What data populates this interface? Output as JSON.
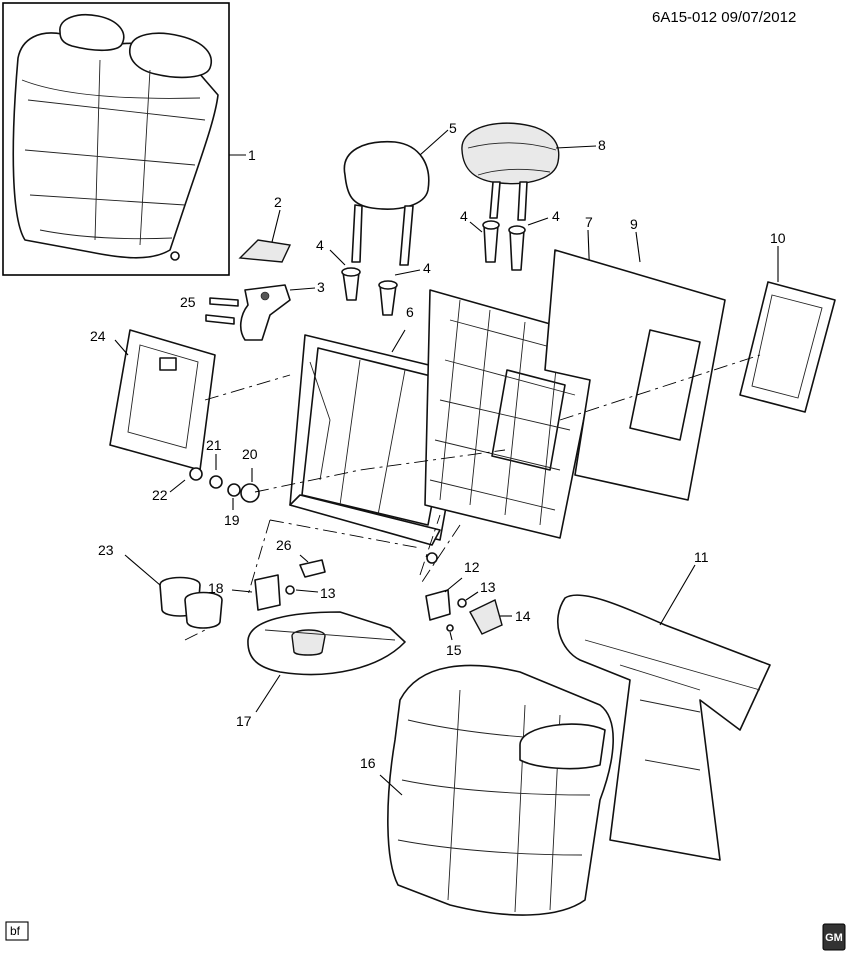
{
  "header": {
    "reference": "6A15-012 09/07/2012"
  },
  "footer": {
    "left_tag": "bf",
    "logo": "GM"
  },
  "callouts": {
    "c1": "1",
    "c2": "2",
    "c3": "3",
    "c4a": "4",
    "c4b": "4",
    "c4c": "4",
    "c4d": "4",
    "c5": "5",
    "c6": "6",
    "c7": "7",
    "c8": "8",
    "c9": "9",
    "c10": "10",
    "c11": "11",
    "c12": "12",
    "c13a": "13",
    "c13b": "13",
    "c14": "14",
    "c15": "15",
    "c16": "16",
    "c17": "17",
    "c18": "18",
    "c19": "19",
    "c20": "20",
    "c21": "21",
    "c22": "22",
    "c23": "23",
    "c24": "24",
    "c25": "25",
    "c26": "26"
  }
}
